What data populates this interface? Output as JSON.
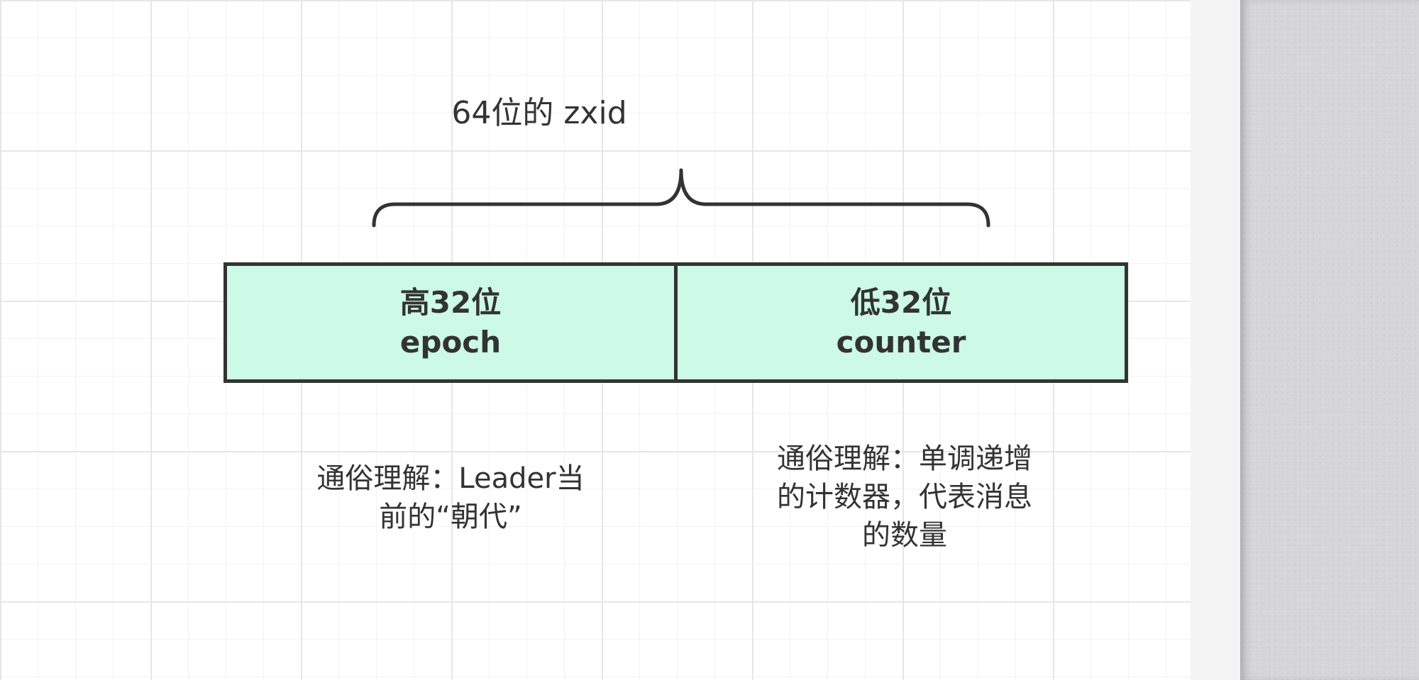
{
  "title": "64位的 zxid",
  "fields": [
    {
      "line1": "高32位",
      "line2": "epoch"
    },
    {
      "line1": "低32位",
      "line2": "counter"
    }
  ],
  "notes": [
    {
      "lines": [
        "通俗理解：Leader当",
        "前的“朝代”"
      ]
    },
    {
      "lines": [
        "通俗理解：单调递增",
        "的计数器，代表消息",
        "的数量"
      ]
    }
  ],
  "colors": {
    "box_fill": "#ccfae6",
    "stroke": "#333333",
    "text": "#333333"
  }
}
